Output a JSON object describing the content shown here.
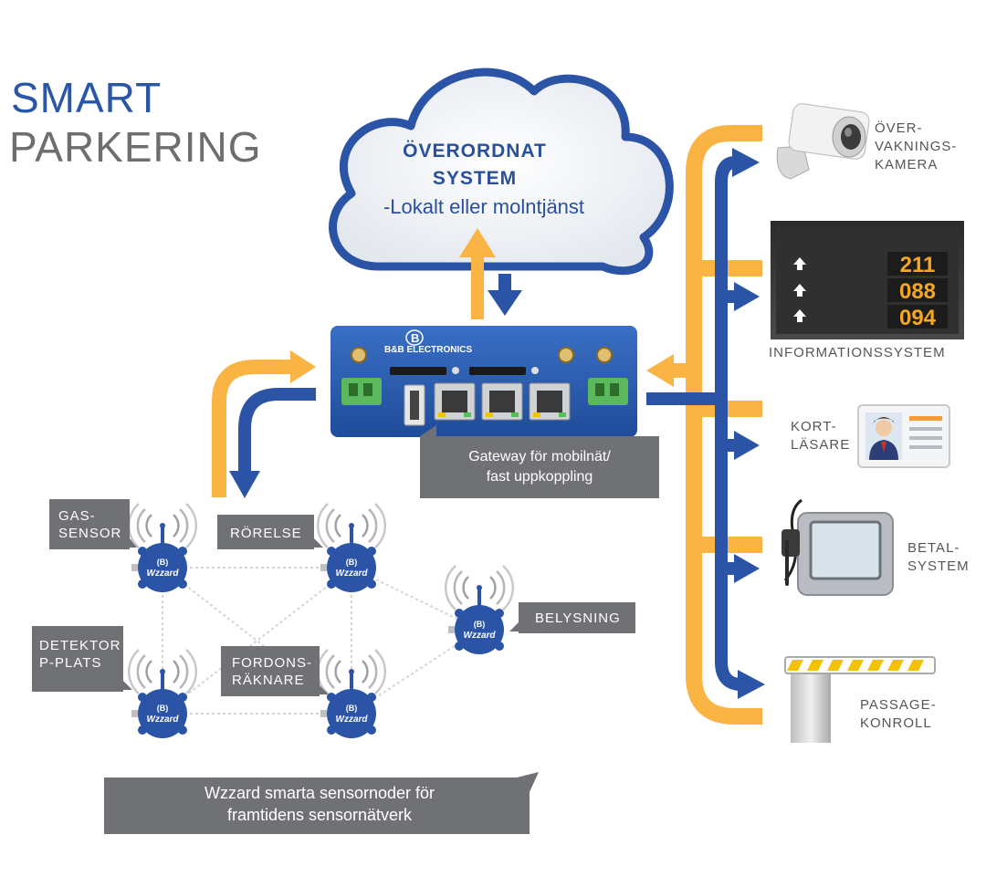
{
  "title": {
    "line1": "SMART",
    "line2": "PARKERING"
  },
  "cloud": {
    "line1": "ÖVERORDNAT",
    "line2": "SYSTEM",
    "line3": "-Lokalt eller molntjänst"
  },
  "gateway": {
    "brand": "B&B ELECTRONICS",
    "logo": "B",
    "label_line1": "Gateway för mobilnät/",
    "label_line2": "fast uppkoppling"
  },
  "right_systems": {
    "camera": [
      "ÖVER-",
      "VAKNINGS-",
      "KAMERA"
    ],
    "info": [
      "INFORMATIONSSYSTEM"
    ],
    "info_display": [
      "211",
      "088",
      "094"
    ],
    "card": [
      "KORT-",
      "LÄSARE"
    ],
    "payment": [
      "BETAL-",
      "SYSTEM"
    ],
    "barrier": [
      "PASSAGE-",
      "KONROLL"
    ]
  },
  "sensor_labels": {
    "gas": [
      "GAS-",
      "SENSOR"
    ],
    "motion": [
      "RÖRELSE"
    ],
    "detector": [
      "DETEKTOR",
      "P-PLATS"
    ],
    "counter": [
      "FORDONS-",
      "RÄKNARE"
    ],
    "lighting": [
      "BELYSNING"
    ]
  },
  "node_brand": "Wzzard",
  "footer": {
    "line1": "Wzzard smarta sensornoder för",
    "line2": "framtidens sensornätverk"
  },
  "colors": {
    "blue": "#2c54a6",
    "orange": "#f9b443",
    "grey": "#6f7174",
    "title_blue": "#2a57a5"
  }
}
